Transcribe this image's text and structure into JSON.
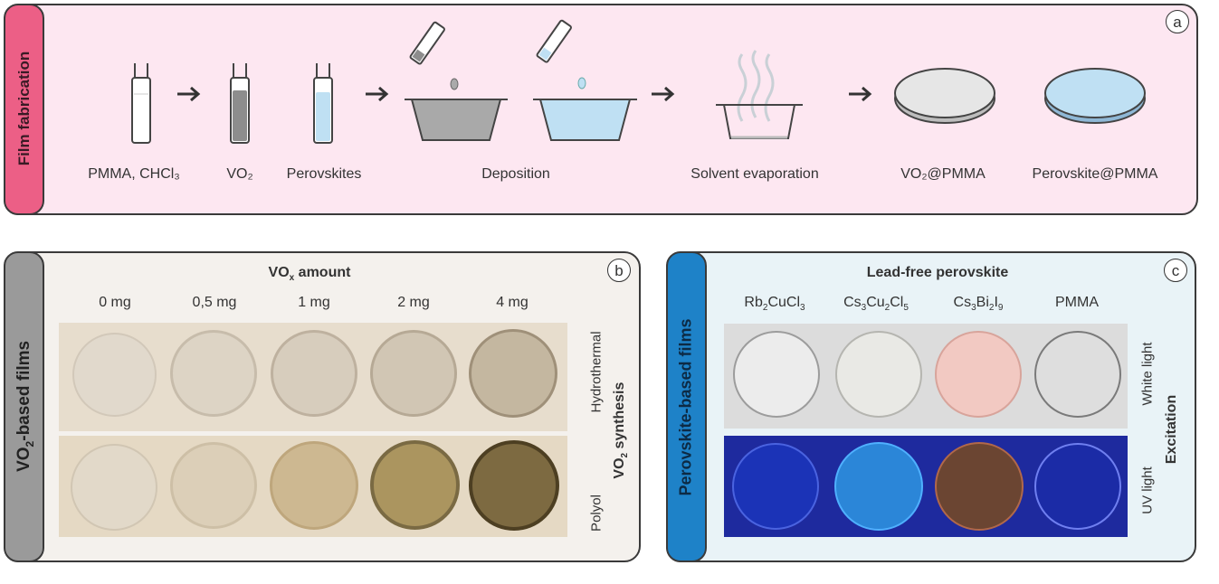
{
  "panel_a": {
    "letter": "a",
    "tab_label": "Film fabrication",
    "steps": [
      "PMMA, CHCl₃",
      "VO₂",
      "Perovskites",
      "Deposition",
      "Solvent evaporation",
      "VO₂@PMMA",
      "Perovskite@PMMA"
    ]
  },
  "panel_b": {
    "letter": "b",
    "tab_label_pre": "VO",
    "tab_label_sub": "2",
    "tab_label_post": "-based films",
    "header_pre": "VO",
    "header_sub": "x",
    "header_post": " amount",
    "columns": [
      "0 mg",
      "0,5 mg",
      "1 mg",
      "2 mg",
      "4 mg"
    ],
    "row_labels": [
      "Hydrothermal",
      "Polyol"
    ],
    "side_title_pre": "VO",
    "side_title_sub": "2",
    "side_title_post": " synthesis"
  },
  "panel_c": {
    "letter": "c",
    "tab_label": "Perovskite-based films",
    "header": "Lead-free perovskite",
    "columns": [
      {
        "parts": [
          "Rb",
          "2",
          "CuCl",
          "3"
        ]
      },
      {
        "parts": [
          "Cs",
          "3",
          "Cu",
          "2",
          "Cl",
          "5"
        ]
      },
      {
        "parts": [
          "Cs",
          "3",
          "Bi",
          "2",
          "I",
          "9"
        ]
      },
      {
        "parts": [
          "PMMA"
        ]
      }
    ],
    "row_labels": [
      "White light",
      "UV light"
    ],
    "side_title": "Excitation"
  },
  "colors": {
    "pink_panel": "#fde7f1",
    "pink_tab": "#ec5f86",
    "grey_tab": "#9a9a9a",
    "blue_tab": "#1e82c8",
    "light_blue_liquid": "#bfe0f3",
    "grey_liquid": "#a9a9a9"
  }
}
